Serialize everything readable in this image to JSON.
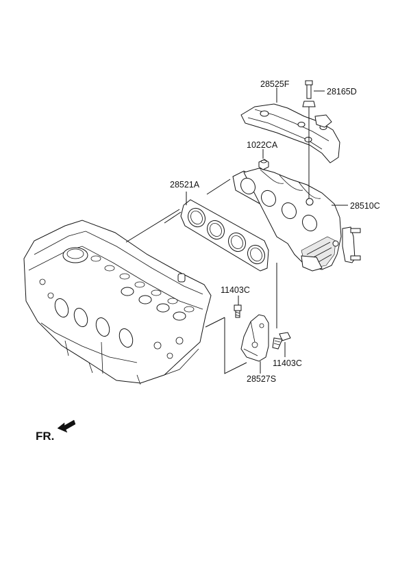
{
  "labels": {
    "heat_protector": "28525F",
    "bolt_top": "28165D",
    "nut": "1022CA",
    "gasket": "28521A",
    "manifold": "28510C",
    "bolt_left": "11403C",
    "bolt_right": "11403C",
    "bracket": "28527S"
  },
  "front_indicator": {
    "label": "FR."
  }
}
